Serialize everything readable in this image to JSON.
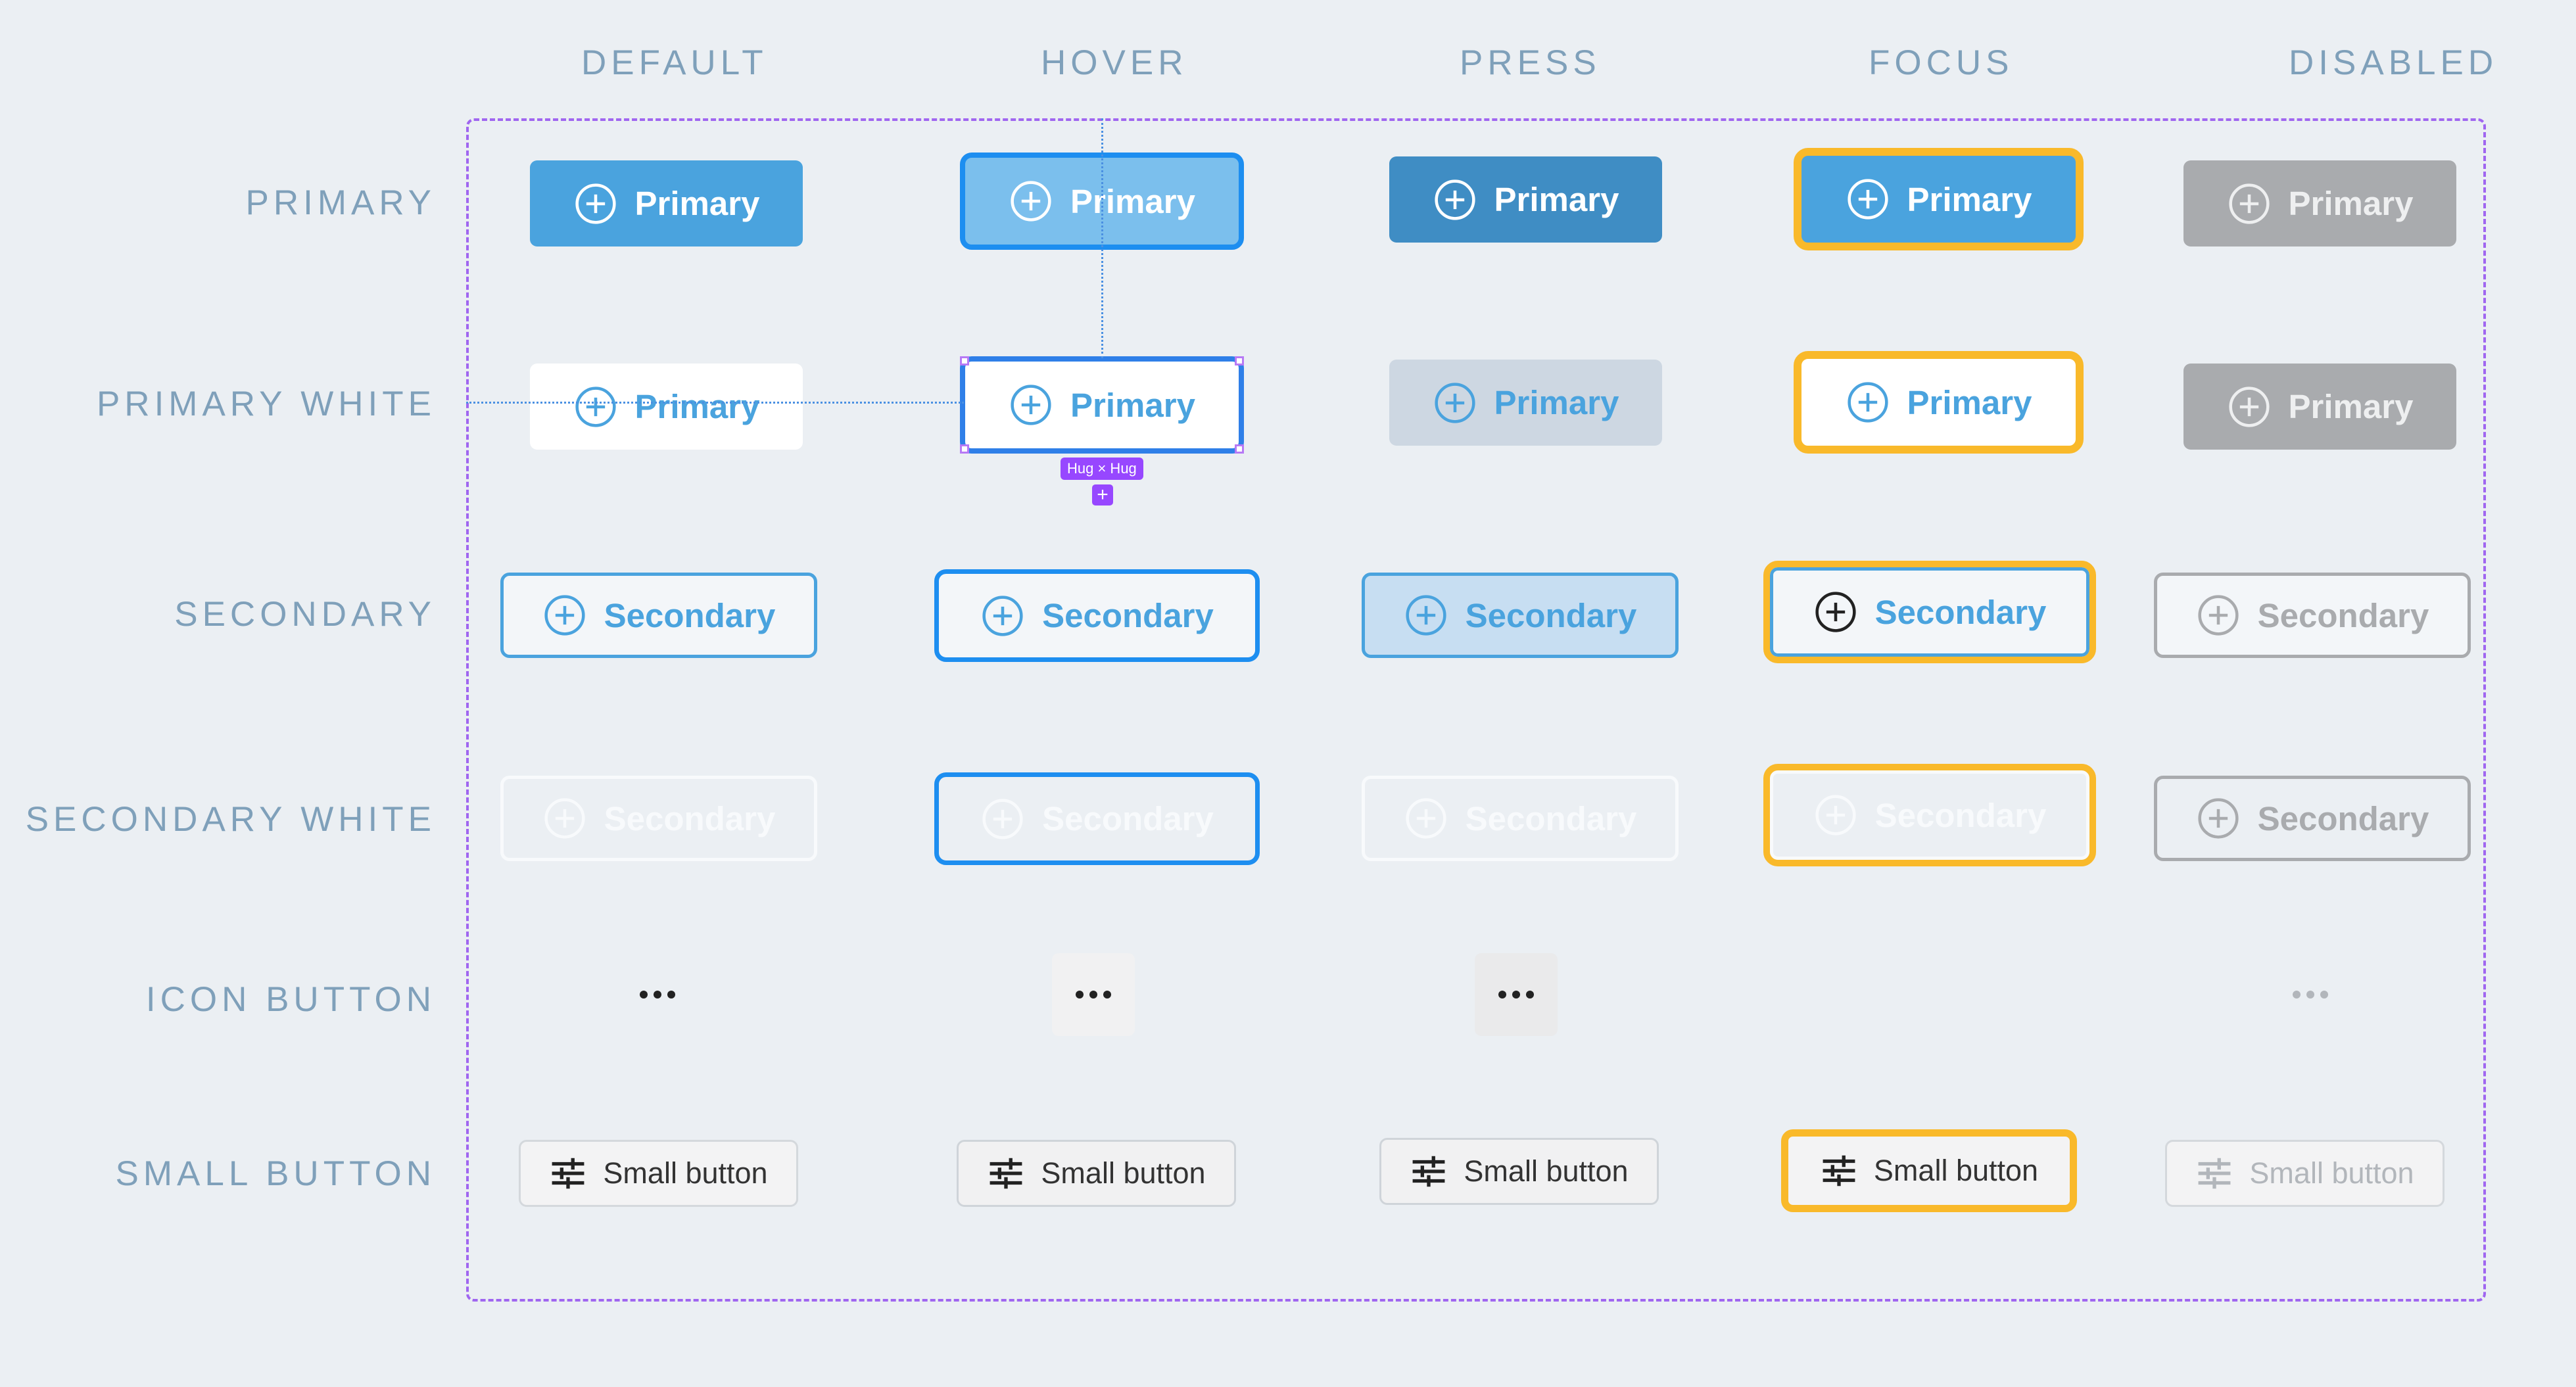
{
  "columns": [
    "DEFAULT",
    "HOVER",
    "PRESS",
    "FOCUS",
    "DISABLED"
  ],
  "rows": [
    "PRIMARY",
    "PRIMARY WHITE",
    "SECONDARY",
    "SECONDARY WHITE",
    "ICON BUTTON",
    "SMALL BUTTON"
  ],
  "labels": {
    "primary": "Primary",
    "secondary": "Secondary",
    "small": "Small button"
  },
  "selection": {
    "size_tag": "Hug × Hug",
    "add_symbol": "+"
  },
  "icons": {
    "button_icon": "plus-circle-icon",
    "icon_button": "more-horizontal-icon",
    "small_button_icon": "sliders-icon"
  },
  "colors": {
    "background": "#ebeff3",
    "header_text": "#7fa0ba",
    "primary": "#4aa3de",
    "primary_hover": "#7bbfed",
    "primary_press": "#3f8dc4",
    "hover_border": "#1d8ef0",
    "focus_ring": "#f9b92a",
    "disabled": "#a9abae",
    "frame_dashed": "#a066f0",
    "selection": "#9747ff"
  }
}
